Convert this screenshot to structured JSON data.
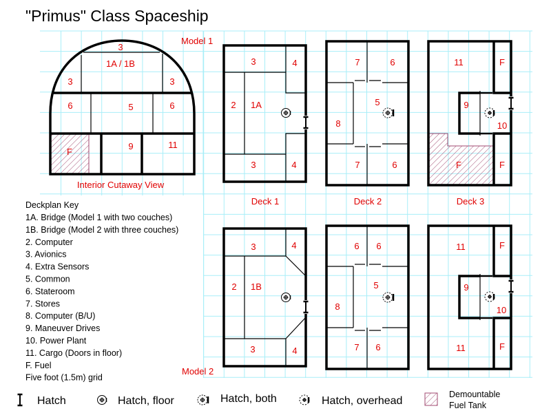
{
  "title": "\"Primus\" Class Spaceship",
  "model1_label": "Model 1",
  "model2_label": "Model 2",
  "cutaway": {
    "caption": "Interior Cutaway View",
    "rooms": [
      "3",
      "1A / 1B",
      "3",
      "3",
      "6",
      "5",
      "6",
      "F",
      "9",
      "11"
    ]
  },
  "decks": {
    "labels": [
      "Deck 1",
      "Deck 2",
      "Deck 3"
    ],
    "m1_deck1": [
      "3",
      "4",
      "2",
      "1A",
      "3",
      "4"
    ],
    "m1_deck2": [
      "7",
      "6",
      "5",
      "8",
      "7",
      "6"
    ],
    "m1_deck3": [
      "11",
      "F",
      "9",
      "10",
      "F",
      "F"
    ],
    "m2_deck1": [
      "3",
      "4",
      "2",
      "1B",
      "3",
      "4"
    ],
    "m2_deck2": [
      "6",
      "6",
      "5",
      "8",
      "7",
      "6"
    ],
    "m2_deck3": [
      "11",
      "F",
      "9",
      "10",
      "11",
      "F"
    ]
  },
  "key": {
    "title": "Deckplan Key",
    "items": [
      "1A. Bridge (Model 1 with two couches)",
      "1B. Bridge (Model 2 with three couches)",
      "2. Computer",
      "3. Avionics",
      "4. Extra Sensors",
      "5. Common",
      "6. Stateroom",
      "7. Stores",
      "8. Computer (B/U)",
      "9. Maneuver Drives",
      "10. Power Plant",
      "11. Cargo (Doors in floor)",
      "F. Fuel",
      "Five foot (1.5m) grid"
    ]
  },
  "legend": {
    "hatch": "Hatch",
    "hatch_floor": "Hatch, floor",
    "hatch_both": "Hatch, both",
    "hatch_overhead": "Hatch, overhead",
    "fuel_tank_line1": "Demountable",
    "fuel_tank_line2": "Fuel Tank"
  },
  "colors": {
    "label": "#e00000",
    "grid": "#a8eef8",
    "hatch_fill": "#a04a70"
  }
}
